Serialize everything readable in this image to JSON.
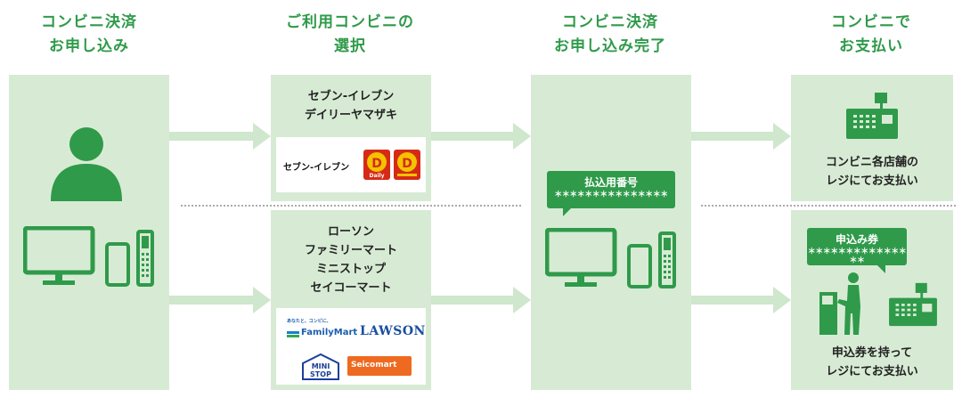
{
  "steps": [
    {
      "line1": "コンビニ決済",
      "line2": "お申し込み"
    },
    {
      "line1": "ご利用コンビニの",
      "line2": "選択"
    },
    {
      "line1": "コンビニ決済",
      "line2": "お申し込み完了"
    },
    {
      "line1": "コンビニで",
      "line2": "お支払い"
    }
  ],
  "store_groups": {
    "top": {
      "line1": "セブン-イレブン",
      "line2": "デイリーヤマザキ",
      "logo_label": "セブン-イレブン",
      "daily_logo": "Daily"
    },
    "bottom": {
      "line1": "ローソン",
      "line2": "ファミリーマート",
      "line3": "ミニストップ",
      "line4": "セイコーマート"
    }
  },
  "logos": {
    "familymart_tag": "あなたと、コンビに、",
    "familymart": "FamilyMart",
    "lawson": "LAWSON",
    "ministop_1": "MINI",
    "ministop_2": "STOP",
    "seicomart": "Seicomart"
  },
  "completion": {
    "bubble_title": "払込用番号",
    "bubble_mask": "＊＊＊＊＊＊＊＊＊＊＊＊＊＊＊"
  },
  "payment": {
    "top_line1": "コンビニ各店舗の",
    "top_line2": "レジにてお支払い",
    "ticket_title": "申込み券",
    "ticket_mask": "＊＊＊＊＊＊＊＊＊＊＊＊＊＊＊",
    "bottom_line1": "申込券を持って",
    "bottom_line2": "レジにてお支払い"
  },
  "colors": {
    "primary_green": "#2f9a4a",
    "panel_green": "#d7ebd4",
    "arrow_green": "#cfe7cc"
  }
}
